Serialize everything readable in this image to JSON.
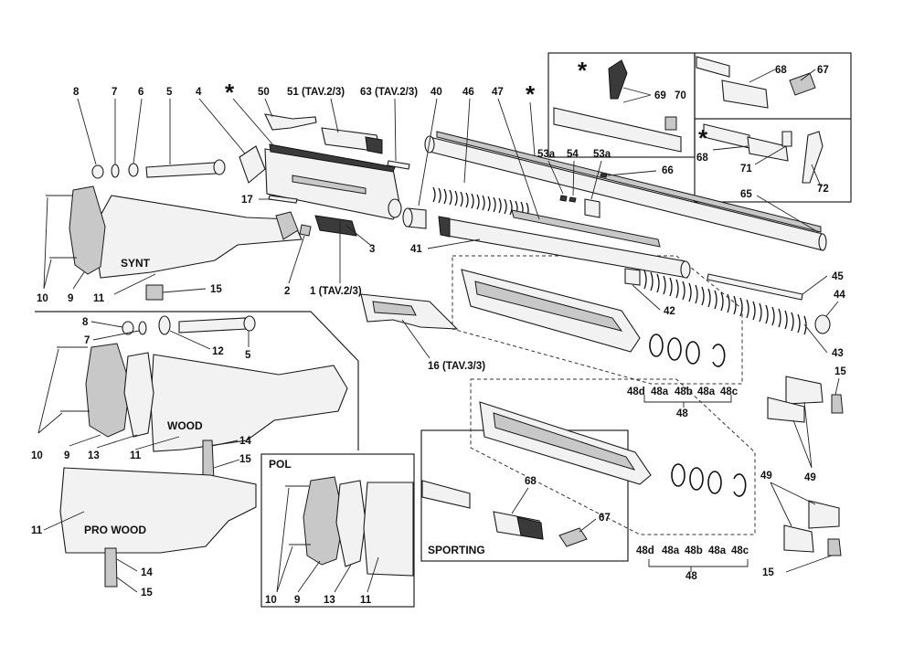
{
  "labels": {
    "l8a": "8",
    "l7a": "7",
    "l6": "6",
    "l5a": "5",
    "l4": "4",
    "l50": "50",
    "l51": "51 (TAV.2/3)",
    "l63": "63 (TAV.2/3)",
    "l40": "40",
    "l46": "46",
    "l47": "47",
    "l17": "17",
    "l3": "3",
    "l2": "2",
    "l1": "1 (TAV.2/3)",
    "l16": "16 (TAV.3/3)",
    "l53a1": "53a",
    "l54": "54",
    "l53a2": "53a",
    "l66": "66",
    "l65": "65",
    "l41": "41",
    "l42": "42",
    "l45": "45",
    "l44": "44",
    "l43": "43",
    "l10a": "10",
    "l9a": "9",
    "l11a": "11",
    "l15a": "15",
    "l8b": "8",
    "l7b": "7",
    "l12": "12",
    "l5b": "5",
    "l10b": "10",
    "l9b": "9",
    "l13a": "13",
    "l11b": "11",
    "l14a": "14",
    "l15b": "15",
    "l11c": "11",
    "l14b": "14",
    "l15c": "15",
    "l10c": "10",
    "l9c": "9",
    "l13b": "13",
    "l11d": "11",
    "l68a": "68",
    "l67a": "67",
    "l48d1": "48d",
    "l48a1": "48a",
    "l48b1": "48b",
    "l48a2": "48a",
    "l48c1": "48c",
    "l48x": "48",
    "l48d2": "48d",
    "l48a3": "48a",
    "l48b2": "48b",
    "l48a4": "48a",
    "l48c2": "48c",
    "l48y": "48",
    "l15d": "15",
    "l49a": "49",
    "l49b": "49",
    "l15e": "15",
    "l69": "69",
    "l70": "70",
    "l68b": "68",
    "l67b": "67",
    "l68c": "68",
    "l71": "71",
    "l72": "72"
  },
  "sections": {
    "synt": "SYNT",
    "wood": "WOOD",
    "prowood": "PRO WOOD",
    "pol": "POL",
    "sporting": "SPORTING"
  },
  "star": "*"
}
